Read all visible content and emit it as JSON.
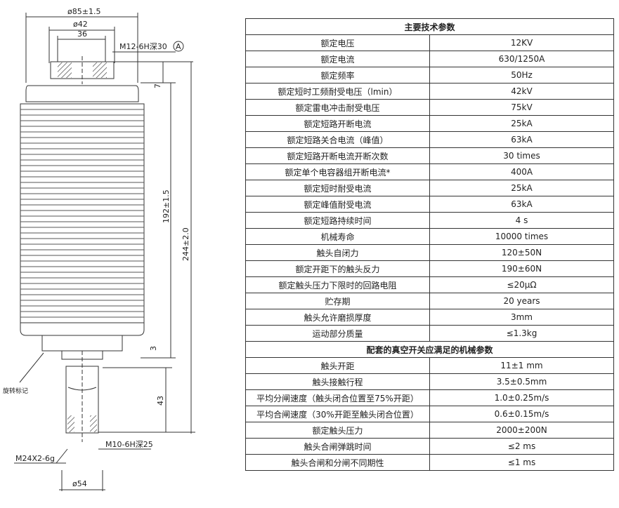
{
  "drawing": {
    "dim_outer_diameter": "ø85±1.5",
    "dim_inner_diameter": "ø42",
    "dim_inner_width": "36",
    "thread_top": "M12-6H深30",
    "datum_mark": "A",
    "dim_top_gap": "7",
    "dim_mid_height": "192±1.5",
    "dim_total_height": "244±2.0",
    "dim_small": "3",
    "rotation_mark_label": "旋转标记",
    "dim_stem_height": "43",
    "thread_bottom": "M10-6H深25",
    "thread_stem": "M24X2-6g",
    "dim_base_diameter": "ø54"
  },
  "table": {
    "main_title": "主要技术参数",
    "main_rows": [
      {
        "name": "额定电压",
        "value": "12KV"
      },
      {
        "name": "额定电流",
        "value": "630/1250A"
      },
      {
        "name": "额定频率",
        "value": "50Hz"
      },
      {
        "name": "额定短时工频耐受电压（lmin）",
        "value": "42kV"
      },
      {
        "name": "额定雷电冲击耐受电压",
        "value": "75kV"
      },
      {
        "name": "额定短路开断电流",
        "value": "25kA"
      },
      {
        "name": "额定短路关合电流（峰值）",
        "value": "63kA"
      },
      {
        "name": "额定短路开断电流开断次数",
        "value": "30 times"
      },
      {
        "name": "额定单个电容器组开断电流*",
        "value": "400A"
      },
      {
        "name": "额定短时耐受电流",
        "value": "25kA"
      },
      {
        "name": "额定峰值耐受电流",
        "value": "63kA"
      },
      {
        "name": "额定短路持续时间",
        "value": "4 s"
      },
      {
        "name": "机械寿命",
        "value": "10000 times"
      },
      {
        "name": "触头自闭力",
        "value": "120±50N"
      },
      {
        "name": "额定开距下的触头反力",
        "value": "190±60N"
      },
      {
        "name": "额定触头压力下限时的回路电阻",
        "value": "≤20μΩ"
      },
      {
        "name": "贮存期",
        "value": "20 years"
      },
      {
        "name": "触头允许磨损厚度",
        "value": "3mm"
      },
      {
        "name": "运动部分质量",
        "value": "≤1.3kg"
      }
    ],
    "mech_title": "配套的真空开关应满足的机械参数",
    "mech_rows": [
      {
        "name": "触头开距",
        "value": "11±1 mm"
      },
      {
        "name": "触头接触行程",
        "value": "3.5±0.5mm"
      },
      {
        "name": "平均分闸速度（触头闭合位置至75%开距）",
        "value": "1.0±0.25m/s"
      },
      {
        "name": "平均合闸速度（30%开距至触头闭合位置）",
        "value": "0.6±0.15m/s"
      },
      {
        "name": "额定触头压力",
        "value": "2000±200N"
      },
      {
        "name": "触头合闸弹跳时间",
        "value": "≤2 ms"
      },
      {
        "name": "触头合闸和分闸不同期性",
        "value": "≤1 ms"
      }
    ]
  }
}
